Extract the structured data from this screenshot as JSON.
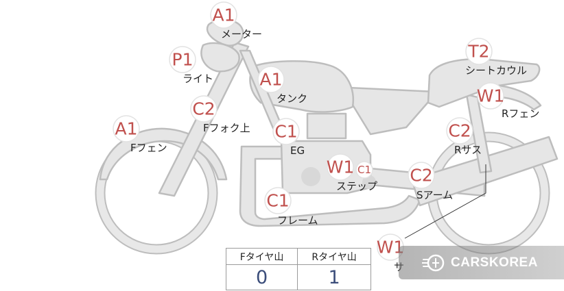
{
  "diagram": {
    "parts": [
      {
        "id": "meter",
        "code": "A1",
        "label": "メーター"
      },
      {
        "id": "light",
        "code": "P1",
        "label": "ライト"
      },
      {
        "id": "tank",
        "code": "A1",
        "label": "タンク"
      },
      {
        "id": "front-fork-upper",
        "code": "C2",
        "label": "Fフォク上"
      },
      {
        "id": "front-fender",
        "code": "A1",
        "label": "Fフェン"
      },
      {
        "id": "engine",
        "code": "C1",
        "label": "EG"
      },
      {
        "id": "step",
        "code": "W1",
        "code2": "C1",
        "label": "ステップ"
      },
      {
        "id": "frame",
        "code": "C1",
        "label": "フレーム"
      },
      {
        "id": "seat-cowl",
        "code": "T2",
        "label": "シートカウル"
      },
      {
        "id": "rear-fender",
        "code": "W1",
        "label": "Rフェン"
      },
      {
        "id": "rear-suspension",
        "code": "C2",
        "label": "Rサス"
      },
      {
        "id": "swing-arm",
        "code": "C2",
        "label": "Sアーム"
      },
      {
        "id": "silencer",
        "code": "W1",
        "label": "サ"
      }
    ]
  },
  "tire_table": {
    "headers": [
      "Fタイヤ山",
      "Rタイヤ山"
    ],
    "values": [
      "0",
      "1"
    ]
  },
  "watermark": {
    "brand": "CARSKOREA"
  }
}
